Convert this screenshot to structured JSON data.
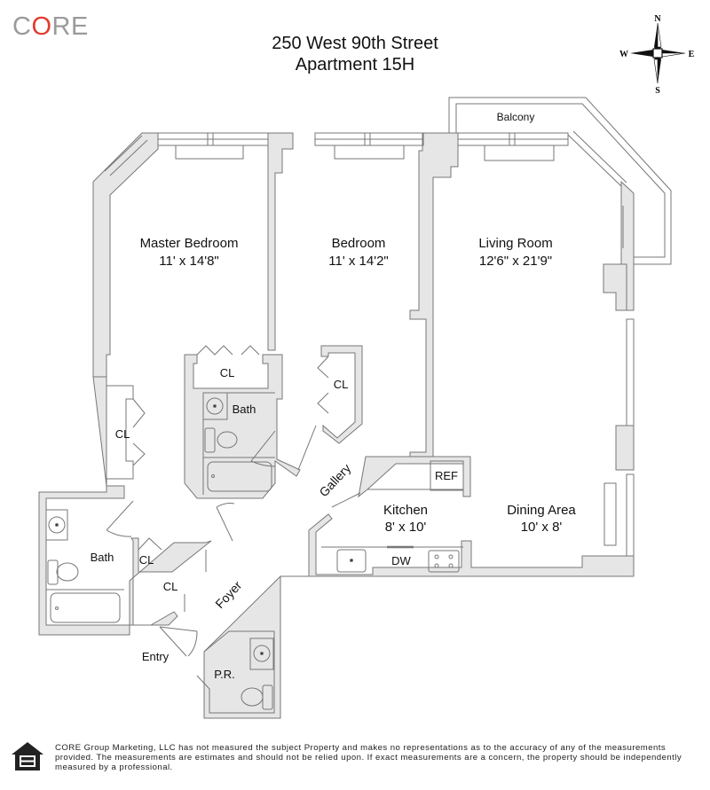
{
  "brand": {
    "logo_letters": [
      "C",
      "O",
      "R",
      "E"
    ],
    "accent_color": "#e23a2e",
    "logo_gray": "#9a9a9a"
  },
  "header": {
    "address": "250 West 90th Street",
    "unit": "Apartment 15H"
  },
  "compass": {
    "north": "N",
    "south": "S",
    "east": "E",
    "west": "W"
  },
  "rooms": {
    "master_bedroom": {
      "name": "Master Bedroom",
      "size": "11' x 14'8\""
    },
    "bedroom": {
      "name": "Bedroom",
      "size": "11' x 14'2\""
    },
    "living_room": {
      "name": "Living Room",
      "size": "12'6\" x 21'9\""
    },
    "balcony": {
      "name": "Balcony"
    },
    "kitchen": {
      "name": "Kitchen",
      "size": "8' x 10'"
    },
    "dining_area": {
      "name": "Dining Area",
      "size": "10' x 8'"
    },
    "bath_1": {
      "name": "Bath"
    },
    "bath_2": {
      "name": "Bath"
    },
    "powder_room": {
      "name": "P.R."
    },
    "gallery": {
      "name": "Gallery"
    },
    "foyer": {
      "name": "Foyer"
    },
    "entry": {
      "name": "Entry"
    },
    "closets": [
      "CL",
      "CL",
      "CL",
      "CL",
      "CL"
    ],
    "appliances": {
      "refrigerator": "REF",
      "dishwasher": "DW"
    }
  },
  "colors": {
    "wall_fill": "#e6e6e6",
    "wall_stroke": "#777777"
  },
  "footer": {
    "disclaimer": "CORE Group Marketing, LLC has not measured the subject Property and makes no representations as to the accuracy of any of the measurements provided. The measurements are estimates and should not be relied upon. If exact measurements are a concern, the property should be independently measured by a professional.",
    "logo_icon": "equal-housing-opportunity-icon"
  }
}
